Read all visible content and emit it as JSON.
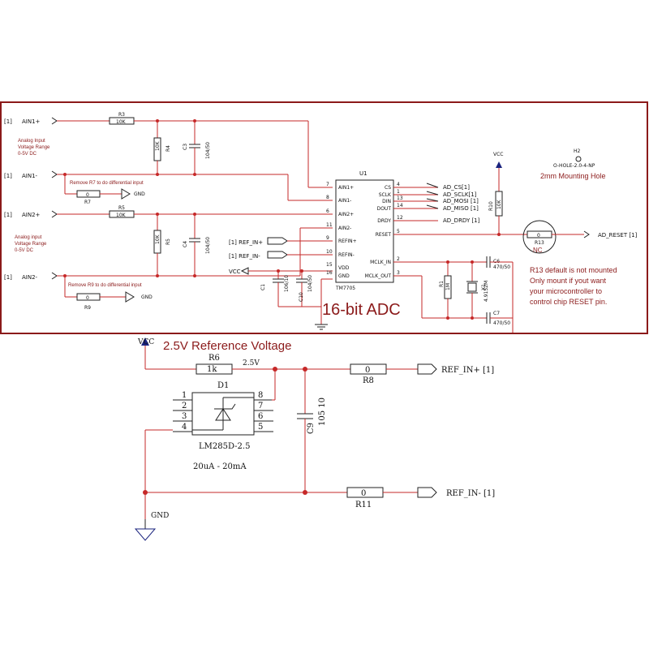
{
  "adc": {
    "title": "16-bit ADC",
    "chip_ref": "U1",
    "chip_part": "TM7705",
    "chip_pins": [
      {
        "num": "7",
        "name": "AIN1+"
      },
      {
        "num": "8",
        "name": "AIN1-"
      },
      {
        "num": "6",
        "name": "AIN2+"
      },
      {
        "num": "11",
        "name": "AIN2-"
      },
      {
        "num": "9",
        "name": "REFIN+"
      },
      {
        "num": "10",
        "name": "REFIN-"
      },
      {
        "num": "15",
        "name": "VDD"
      },
      {
        "num": "16",
        "name": "GND"
      },
      {
        "num": "4",
        "name": "CS"
      },
      {
        "num": "1",
        "name": "SCLK"
      },
      {
        "num": "13",
        "name": "DIN"
      },
      {
        "num": "14",
        "name": "DOUT"
      },
      {
        "num": "12",
        "name": "DRDY"
      },
      {
        "num": "5",
        "name": "RESET"
      },
      {
        "num": "2",
        "name": "MCLK_IN"
      },
      {
        "num": "3",
        "name": "MCLK_OUT"
      }
    ],
    "ports": {
      "ain1p": "AIN1+",
      "ain1n": "AIN1-",
      "ain2p": "AIN2+",
      "ain2n": "AIN2-",
      "sheet_ref": "[1]",
      "ref_in_p": "[1] REF_IN+",
      "ref_in_n": "[1] REF_IN-",
      "ad_cs": "AD_CS[1]",
      "ad_sclk": "AD_SCLK[1]",
      "ad_mosi": "AD_MOSI [1]",
      "ad_miso": "AD_MISO [1]",
      "ad_drdy": "AD_DRDY [1]",
      "ad_reset": "AD_RESET [1]"
    },
    "notes": {
      "range1": [
        "Analog Input",
        "Voltage Range",
        "0-5V DC"
      ],
      "range2": [
        "Analog input",
        "Voltage Range",
        "0-5V DC"
      ],
      "remove_r7": "Remove R7 to do differential input",
      "remove_r9": "Remove R9 to do differential input",
      "mounting": "2mm Mounting Hole",
      "r13_note": [
        "R13 default is not mounted",
        "Only mount if yout want",
        "your microcontroller to",
        "control chip RESET pin."
      ]
    },
    "parts": {
      "r3": "R3",
      "r3v": "10K",
      "r4": "R4",
      "r4v": "10K",
      "c3": "C3",
      "c3v": "104/50",
      "r7": "R7",
      "r7v": "0",
      "r5c": "R5",
      "r5cv": "10K",
      "r5": "R5",
      "r5v": "10K",
      "c4": "C4",
      "c4v": "104/50",
      "r9": "R9",
      "r9v": "0",
      "c1": "C1",
      "c1v": "106/10",
      "c10": "C10",
      "c10v": "104/50",
      "r10": "R10",
      "r10v": "10K",
      "r13": "R13",
      "r13v": "0",
      "nc": "NC",
      "h2": "H2",
      "hole": "O-HOLE-2.0-4-NP",
      "r1": "R1",
      "r1v": "1M",
      "x1": "X1",
      "x1v": "4.9152M",
      "c6": "C6",
      "c6v": "470/50",
      "c7": "C7",
      "c7v": "470/50"
    },
    "power": {
      "vcc": "VCC",
      "gnd": "GND"
    }
  },
  "ref": {
    "title": "2.5V Reference Voltage",
    "vcc": "VCC",
    "gnd": "GND",
    "r6": "R6",
    "r6v": "1k",
    "node_v": "2.5V",
    "d1": "D1",
    "d1_part": "LM285D-2.5",
    "current": "20uA - 20mA",
    "d1_pins": [
      "1",
      "2",
      "3",
      "4",
      "8",
      "7",
      "6",
      "5"
    ],
    "r8": "R8",
    "r8v": "0",
    "r11": "R11",
    "r11v": "0",
    "c9": "C9",
    "c9v": "105 10",
    "out_p": "REF_IN+ [1]",
    "out_n": "REF_IN- [1]"
  }
}
